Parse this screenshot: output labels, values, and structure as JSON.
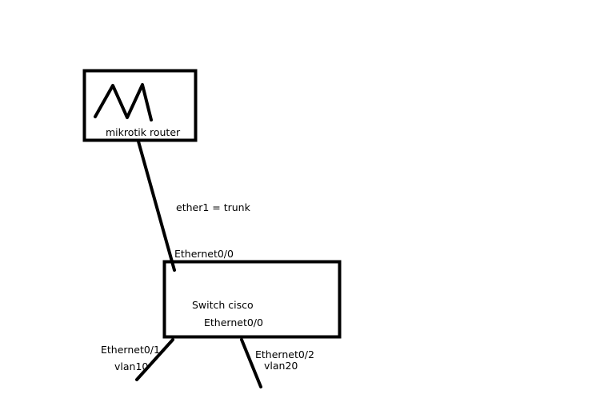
{
  "nodes": {
    "router": {
      "label": "mikrotik router",
      "logo_letter": "M"
    },
    "switch": {
      "label": "Switch cisco",
      "inner_port_label": "Ethernet0/0"
    }
  },
  "links": {
    "uplink": {
      "label": "ether1 = trunk",
      "switch_port": "Ethernet0/0"
    },
    "port1": {
      "port": "Ethernet0/1",
      "vlan": "vlan10"
    },
    "port2": {
      "port": "Ethernet0/2",
      "vlan": "vlan20"
    }
  },
  "colors": {
    "stroke": "#000000",
    "background": "#ffffff"
  }
}
